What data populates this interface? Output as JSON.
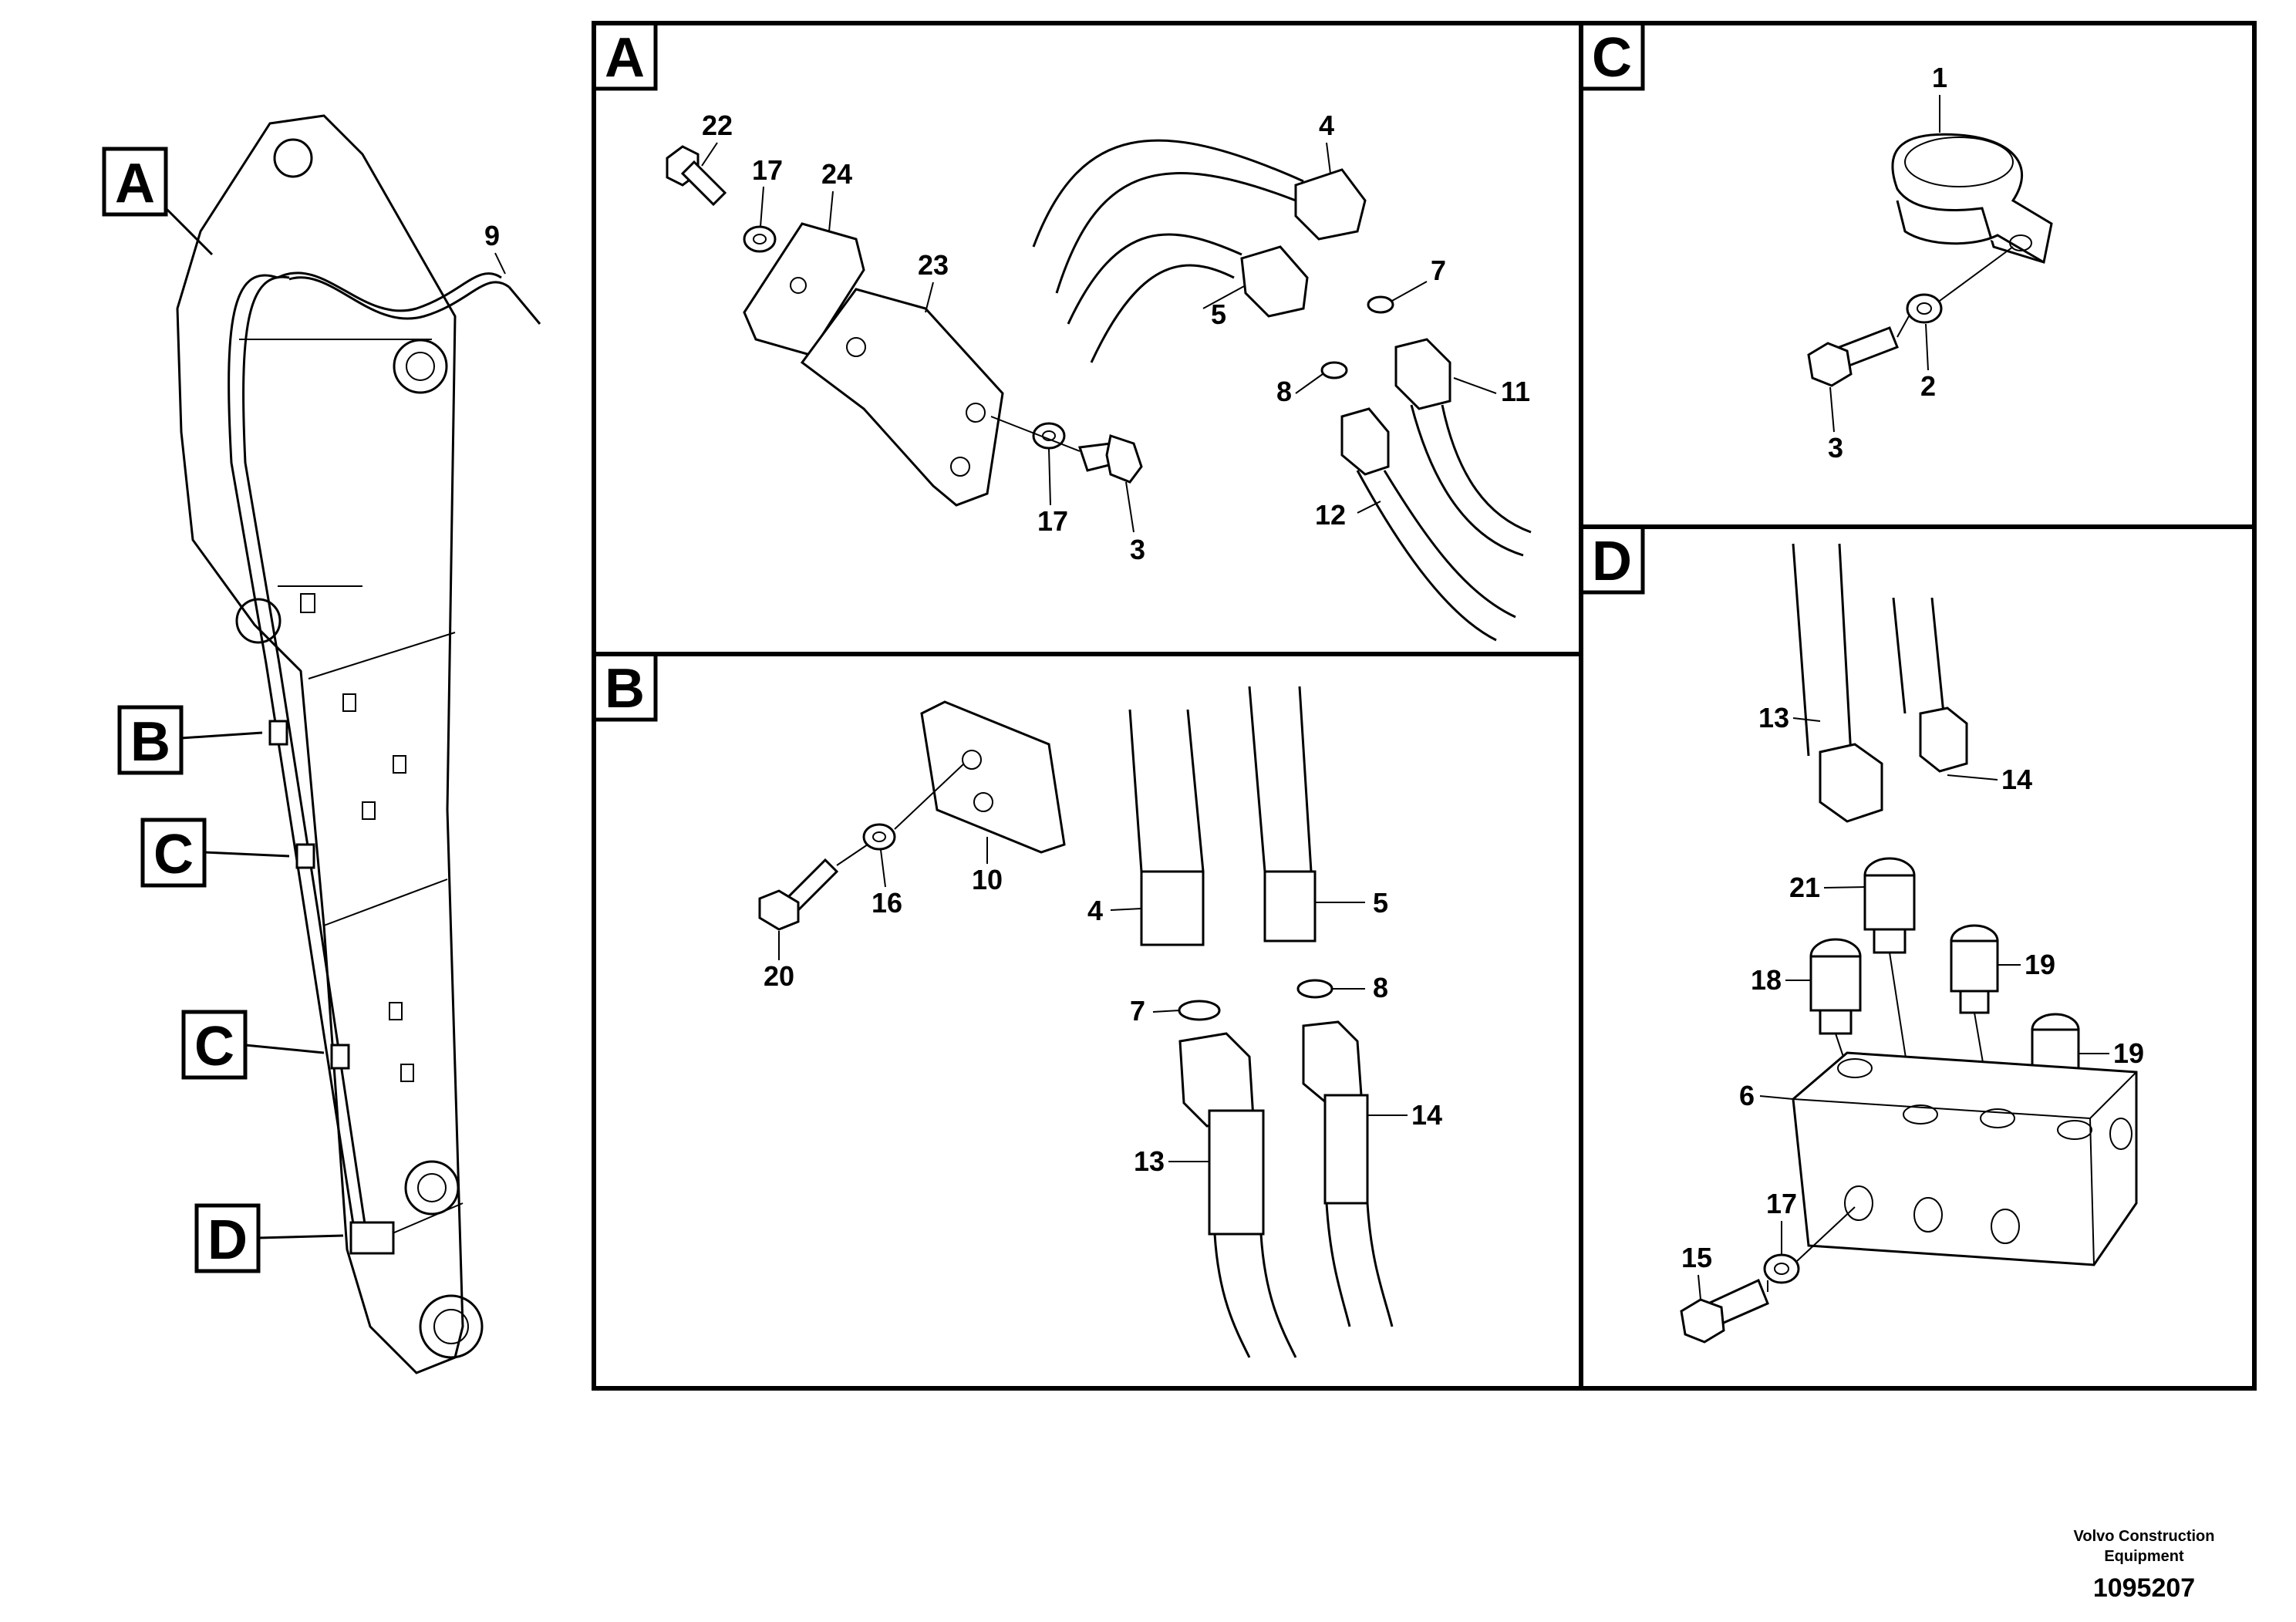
{
  "overview": {
    "view_labels": [
      "A",
      "B",
      "C",
      "C",
      "D"
    ],
    "callout_9": "9"
  },
  "panel_a": {
    "letter": "A",
    "callouts": [
      "22",
      "17",
      "24",
      "23",
      "17",
      "3",
      "4",
      "5",
      "7",
      "8",
      "11",
      "12"
    ]
  },
  "panel_b": {
    "letter": "B",
    "callouts": [
      "20",
      "16",
      "10",
      "4",
      "5",
      "7",
      "8",
      "13",
      "14"
    ]
  },
  "panel_c": {
    "letter": "C",
    "callouts": [
      "1",
      "2",
      "3"
    ]
  },
  "panel_d": {
    "letter": "D",
    "callouts": [
      "13",
      "14",
      "21",
      "18",
      "19",
      "19",
      "6",
      "17",
      "15"
    ]
  },
  "footer": {
    "company_line1": "Volvo Construction",
    "company_line2": "Equipment",
    "doc_number": "1095207"
  }
}
